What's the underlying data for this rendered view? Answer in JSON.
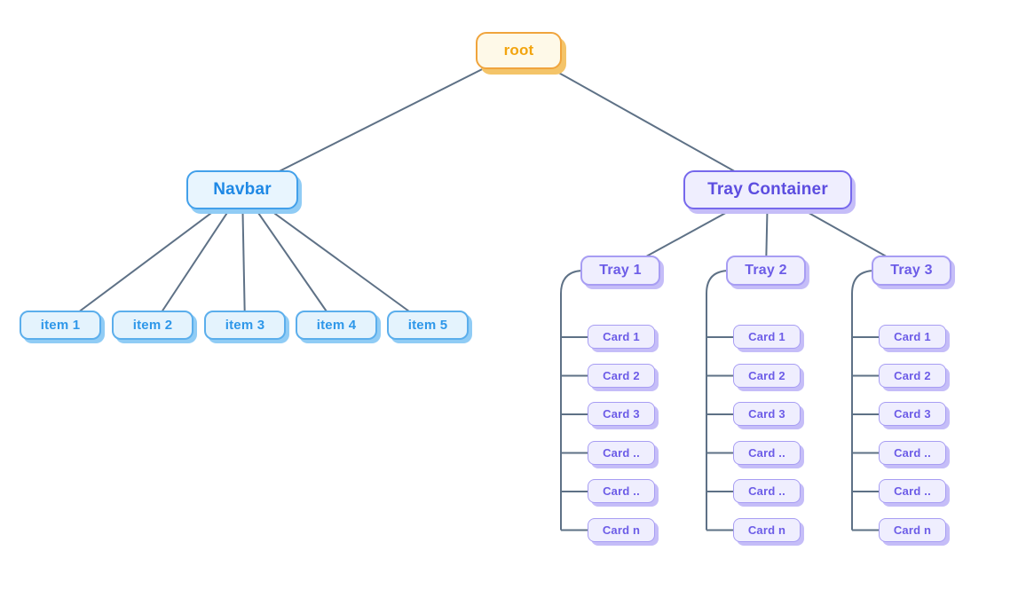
{
  "diagram": {
    "root": {
      "label": "root"
    },
    "navbar": {
      "label": "Navbar",
      "items": [
        "item 1",
        "item 2",
        "item 3",
        "item 4",
        "item 5"
      ]
    },
    "tray_container": {
      "label": "Tray Container",
      "trays": [
        {
          "label": "Tray 1",
          "cards": [
            "Card 1",
            "Card 2",
            "Card 3",
            "Card ..",
            "Card ..",
            "Card n"
          ]
        },
        {
          "label": "Tray 2",
          "cards": [
            "Card 1",
            "Card 2",
            "Card 3",
            "Card ..",
            "Card ..",
            "Card n"
          ]
        },
        {
          "label": "Tray 3",
          "cards": [
            "Card 1",
            "Card 2",
            "Card 3",
            "Card ..",
            "Card ..",
            "Card n"
          ]
        }
      ]
    }
  },
  "colors": {
    "edge": "#5E7186",
    "root_fill": "#FEF9E8",
    "root_border": "#F0A43C",
    "root_text": "#F2A40E",
    "root_shadow": "#F4C469",
    "blue_fill": "#E8F5FE",
    "blue_border": "#42A0EA",
    "blue_text": "#1E88E5",
    "blue_shadow": "#90CCF5",
    "item_fill": "#E4F3FD",
    "item_border": "#5BAEEC",
    "item_text": "#2E97E9",
    "purple_fill": "#EFEEFE",
    "purple_dark_border": "#7668EC",
    "purple_text": "#5C4DE0",
    "purple_border": "#A79DF3",
    "purple_light_text": "#6C5CE7",
    "purple_shadow": "#C5BDF8"
  }
}
